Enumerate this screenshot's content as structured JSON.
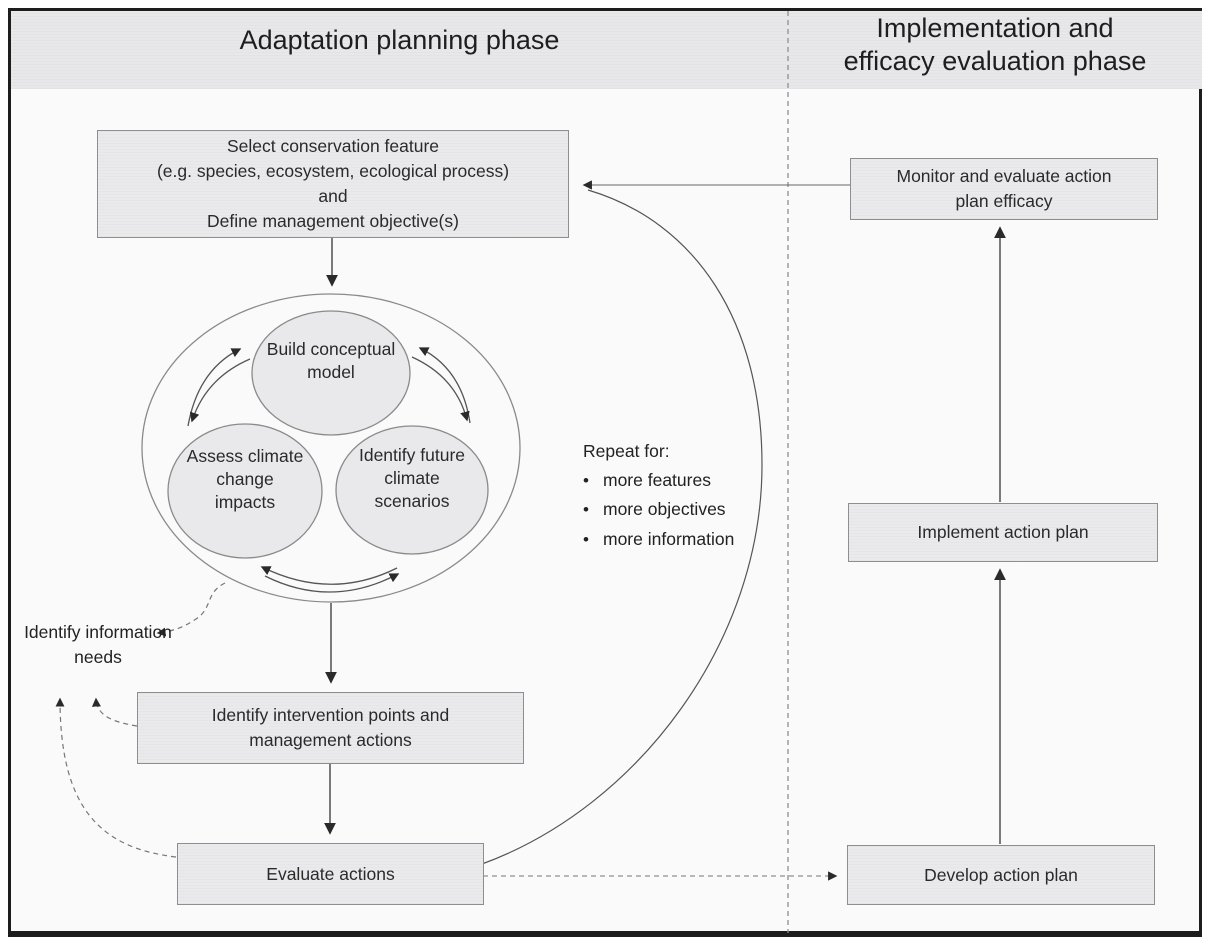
{
  "colors": {
    "band": "#e8e8ea",
    "box_fill": "#eaeaec",
    "box_border": "#8e8e8e",
    "line": "#4a4a4a",
    "frame": "#1d1d1d"
  },
  "header": {
    "left_title": "Adaptation planning phase",
    "right_title_line1": "Implementation and",
    "right_title_line2": "efficacy evaluation phase"
  },
  "planning": {
    "select_box": {
      "lines": [
        "Select conservation feature",
        "(e.g. species, ecosystem, ecological process)",
        "and",
        "Define management objective(s)"
      ]
    },
    "cycle": {
      "build_model": "Build conceptual model",
      "assess_impacts": "Assess climate change impacts",
      "future_scenarios": "Identify future climate scenarios"
    },
    "identify_needs": "Identify information needs",
    "intervention_box": "Identify intervention points and management actions",
    "evaluate_box": "Evaluate actions",
    "repeat_note": {
      "title": "Repeat for:",
      "bullet": "•",
      "items": [
        "more features",
        "more objectives",
        "more information"
      ]
    }
  },
  "implementation": {
    "monitor_box": "Monitor and evaluate action plan efficacy",
    "implement_box": "Implement action plan",
    "develop_box": "Develop action plan"
  }
}
